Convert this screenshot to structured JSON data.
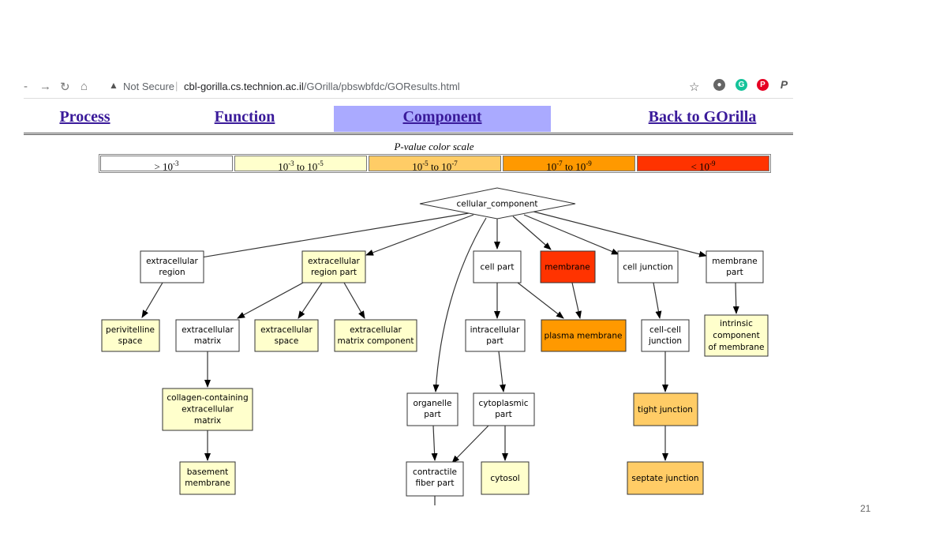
{
  "browser": {
    "not_secure": "Not Secure",
    "separator": "|",
    "url_host": "cbl-gorilla.cs.technion.ac.il",
    "url_path": "/GOrilla/pbswbfdc/GOResults.html"
  },
  "nav": {
    "process": "Process",
    "function": "Function",
    "component": "Component",
    "back": "Back to GOrilla",
    "active": "Component"
  },
  "scale": {
    "title": "P-value color scale",
    "bins": [
      {
        "label": "> 10-3",
        "color": "#ffffff"
      },
      {
        "label": "10-3 to 10-5",
        "color": "#ffffcc"
      },
      {
        "label": "10-5 to 10-7",
        "color": "#ffcc66"
      },
      {
        "label": "10-7 to 10-9",
        "color": "#ff9900"
      },
      {
        "label": "< 10-9",
        "color": "#ff3300"
      }
    ]
  },
  "graph": {
    "nodes": {
      "root": [
        "cellular_component"
      ],
      "extracellular_region": [
        "extracellular",
        "region"
      ],
      "extracellular_region_part": [
        "extracellular",
        "region part"
      ],
      "cell_part": [
        "cell part"
      ],
      "membrane": [
        "membrane"
      ],
      "cell_junction": [
        "cell junction"
      ],
      "membrane_part": [
        "membrane",
        "part"
      ],
      "perivitelline_space": [
        "perivitelline",
        "space"
      ],
      "extracellular_matrix": [
        "extracellular",
        "matrix"
      ],
      "extracellular_space": [
        "extracellular",
        "space"
      ],
      "extracellular_matrix_component": [
        "extracellular",
        "matrix component"
      ],
      "intracellular_part": [
        "intracellular",
        "part"
      ],
      "plasma_membrane": [
        "plasma membrane"
      ],
      "cell_cell_junction": [
        "cell-cell",
        "junction"
      ],
      "intrinsic_component": [
        "intrinsic",
        "component",
        "of membrane"
      ],
      "collagen_containing": [
        "collagen-containing",
        "extracellular",
        "matrix"
      ],
      "organelle_part": [
        "organelle",
        "part"
      ],
      "cytoplasmic_part": [
        "cytoplasmic",
        "part"
      ],
      "tight_junction": [
        "tight junction"
      ],
      "basement_membrane": [
        "basement",
        "membrane"
      ],
      "contractile_fiber_part": [
        "contractile",
        "fiber part"
      ],
      "cytosol": [
        "cytosol"
      ],
      "septate_junction": [
        "septate junction"
      ]
    }
  },
  "slide": {
    "number": "21"
  }
}
